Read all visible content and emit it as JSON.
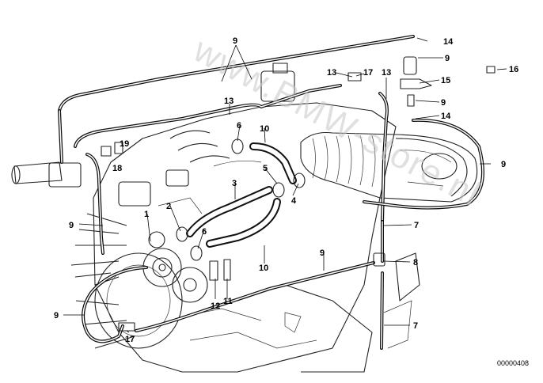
{
  "diagram": {
    "part_number": "00000408",
    "watermark_text": "www.BMW-store.nl",
    "callouts": {
      "c9_top": "9",
      "c14_top": "14",
      "c9_right_top": "9",
      "c16": "16",
      "c13_left": "13",
      "c17_top": "17",
      "c13_right": "13",
      "c15": "15",
      "c9_mid_right": "9",
      "c13_mid": "13",
      "c14_mid": "14",
      "c6_top": "6",
      "c10_top": "10",
      "c19": "19",
      "c18": "18",
      "c9_far_right": "9",
      "c5": "5",
      "c3": "3",
      "c4": "4",
      "c1": "1",
      "c2": "2",
      "c9_left": "9",
      "c7_top": "7",
      "c6_bottom": "6",
      "c9_mid": "9",
      "c10_bottom": "10",
      "c8": "8",
      "c12": "12",
      "c11": "11",
      "c9_bottom_left": "9",
      "c7_bottom": "7",
      "c17_bottom": "17"
    }
  }
}
